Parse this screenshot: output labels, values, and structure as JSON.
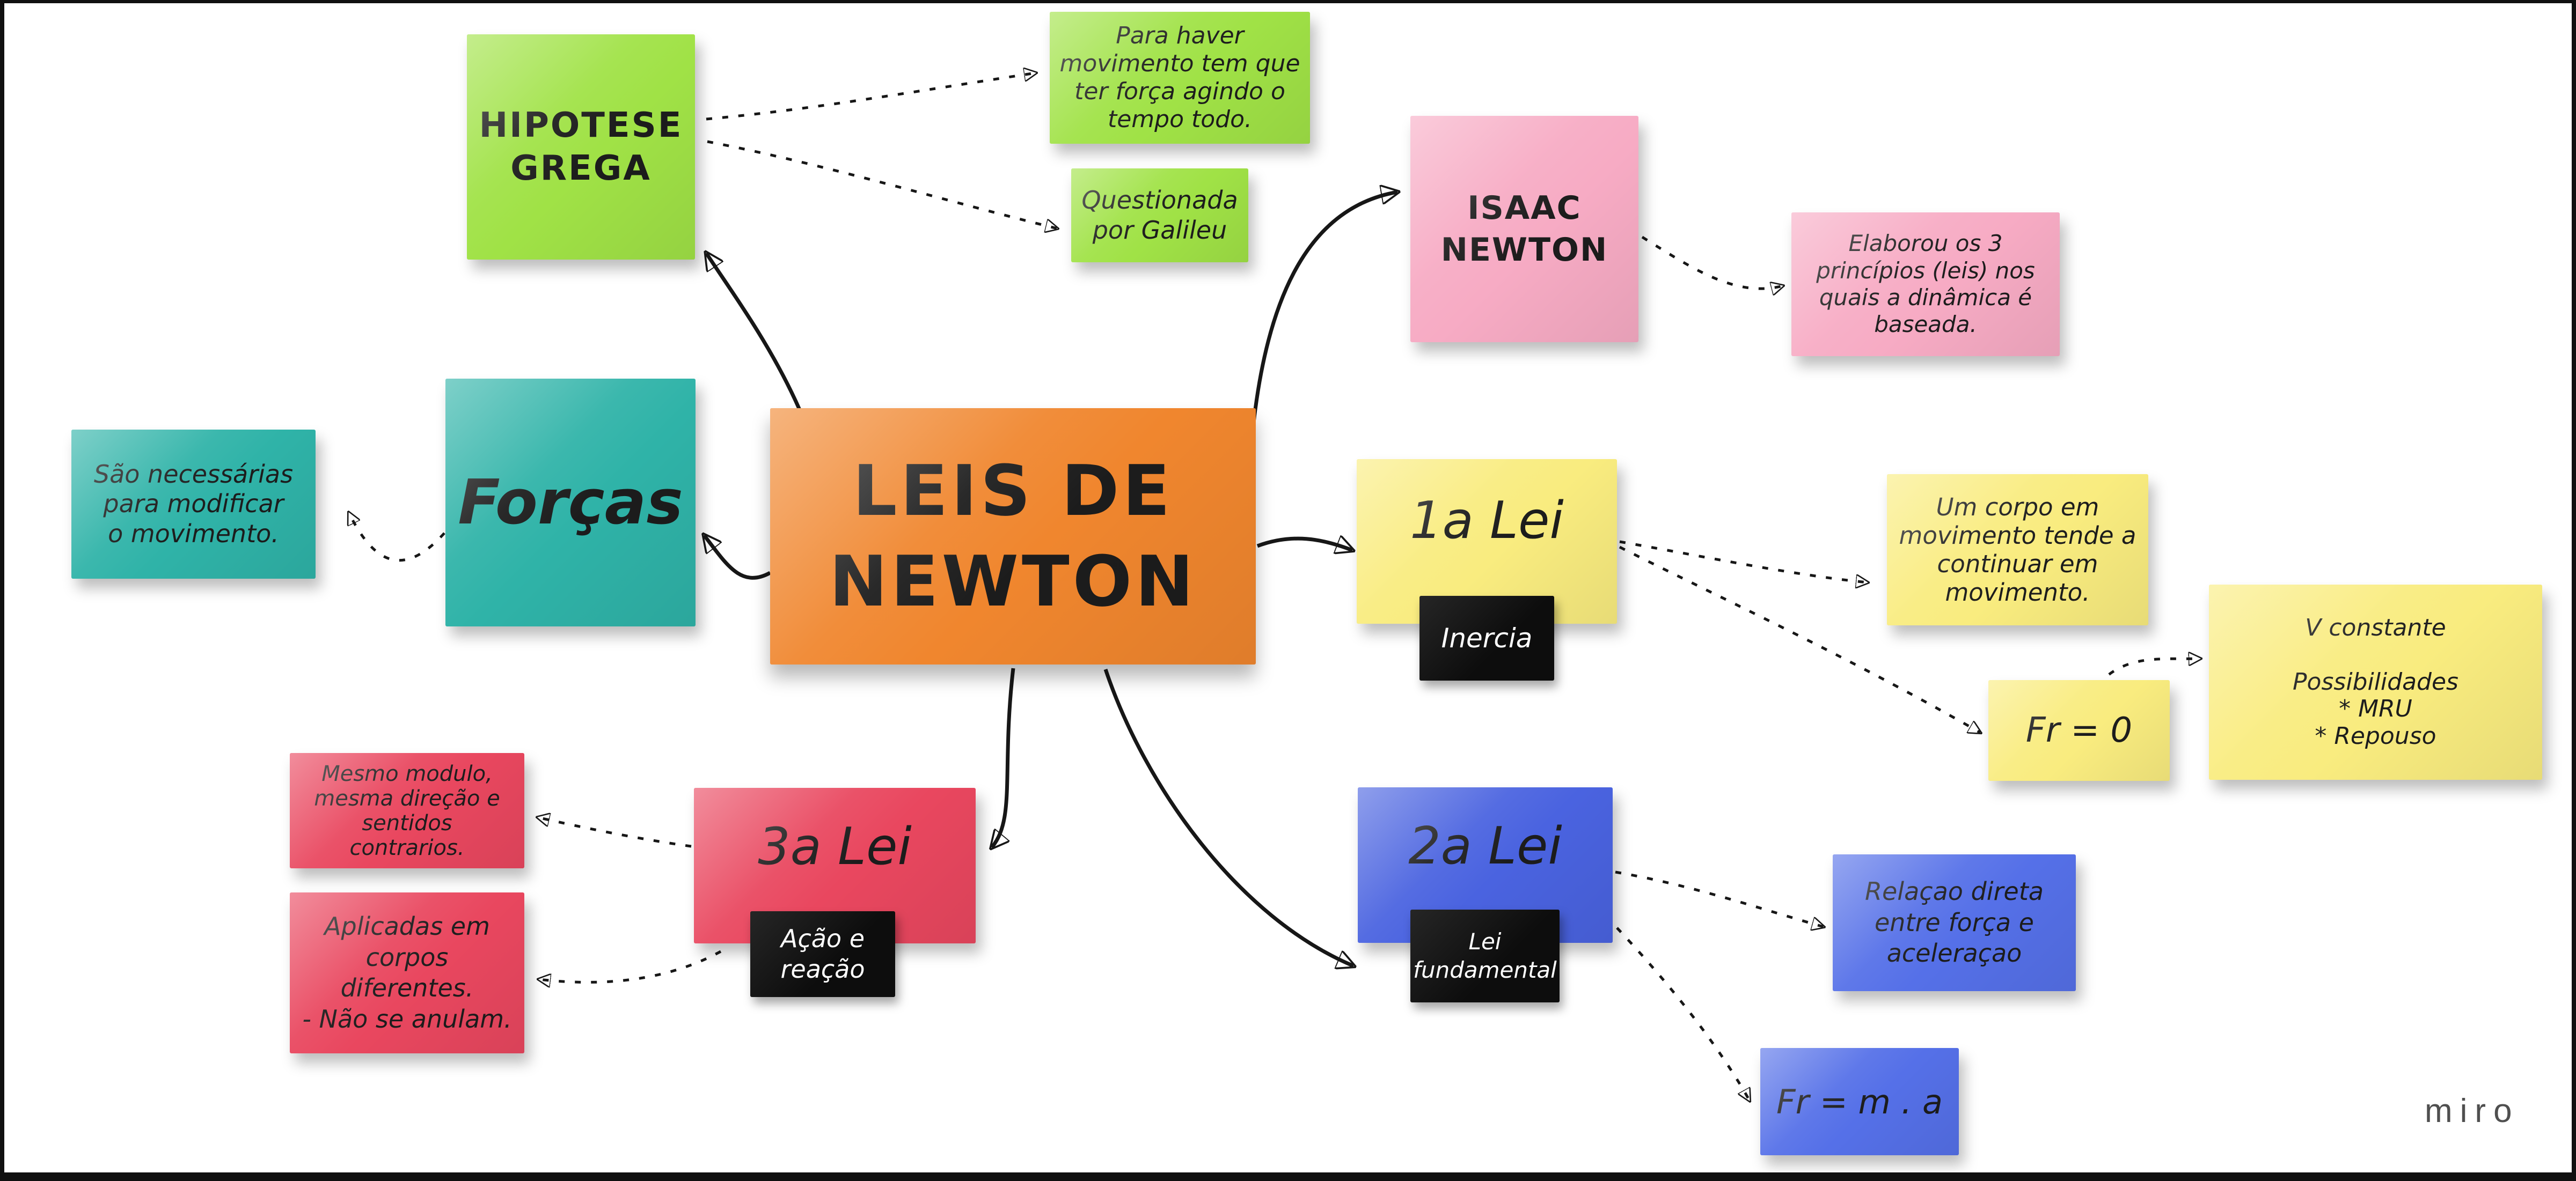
{
  "board": {
    "brand": "miro",
    "background": "#ffffff"
  },
  "palette": {
    "green": "#a0e246",
    "teal": "#2fb3a8",
    "orange": "#f0862e",
    "pink": "#f7abc4",
    "yellow": "#f9ec7f",
    "blue": "#4a63e0",
    "blue_light": "#5570e8",
    "red": "#e9475f",
    "tag_black": "#0d0d0d",
    "ink": "#1c1c1c",
    "arrow": "#171717",
    "brand_gray": "#4f4f4f"
  },
  "notes": {
    "center": {
      "label": "LEIS DE\nNEWTON"
    },
    "hipotese": {
      "label": "HIPOTESE\nGREGA"
    },
    "para_haver": {
      "text": "Para haver\nmovimento tem que\nter força agindo o\ntempo todo."
    },
    "questionada": {
      "text": "Questionada\npor Galileu"
    },
    "isaac": {
      "label": "ISAAC\nNEWTON"
    },
    "elaborou": {
      "text": "Elaborou os 3\nprincípios (leis) nos\nquais a dinâmica é\nbaseada."
    },
    "forcas": {
      "label": "Forças"
    },
    "sao_necessarias": {
      "text": "São necessárias\npara modificar\no movimento."
    },
    "lei1": {
      "label": "1a Lei",
      "tag": "Inercia"
    },
    "um_corpo": {
      "text": "Um corpo em\nmovimento tende a\ncontinuar em\nmovimento."
    },
    "fr0": {
      "text": "Fr = 0"
    },
    "v_constante": {
      "text": "V constante\n\nPossibilidades\n* MRU\n* Repouso"
    },
    "lei2": {
      "label": "2a Lei",
      "tag": "Lei\nfundamental"
    },
    "relacao": {
      "text": "Relaçao direta\nentre força e\naceleraçao"
    },
    "fr_ma": {
      "text": "Fr = m . a"
    },
    "lei3": {
      "label": "3a Lei",
      "tag": "Ação e\nreação"
    },
    "mesmo_modulo": {
      "text": "Mesmo modulo,\nmesma direção e\nsentidos\ncontrarios."
    },
    "aplicadas": {
      "text": "Aplicadas em\ncorpos diferentes.\n- Não se anulam."
    }
  }
}
